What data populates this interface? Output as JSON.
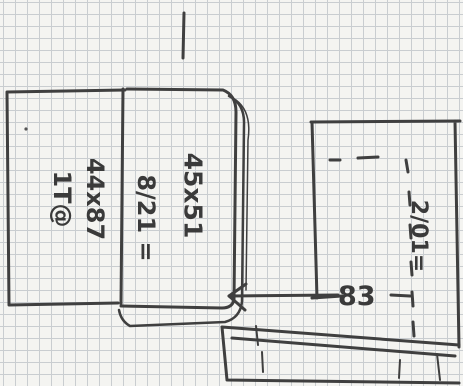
{
  "sketch": {
    "panel_a": {
      "note": "1T@",
      "size": "44x87"
    },
    "panel_b": {
      "size": "45x51",
      "ratio": "8/21 ="
    },
    "panel_c": {
      "ratio": "2/01="
    },
    "dimension": {
      "value": "83"
    }
  },
  "colors": {
    "paper": "#f4f4f1",
    "grid": "#c9cdd0",
    "pencil": "#3f3f3f"
  }
}
